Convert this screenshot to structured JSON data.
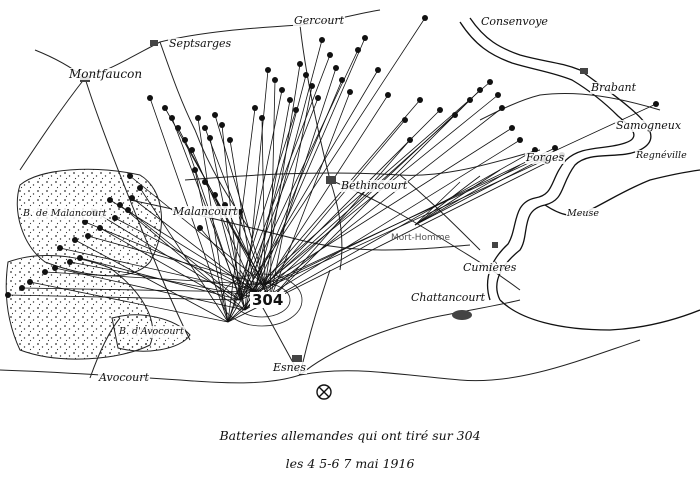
{
  "caption": {
    "line1": "Batteries allemandes qui ont tiré sur 304",
    "line2": "les 4 5-6 7 mai 1916"
  },
  "hill": {
    "label": "304"
  },
  "places": [
    {
      "id": "gercourt",
      "name": "Gercourt"
    },
    {
      "id": "consenvoye",
      "name": "Consenvoye"
    },
    {
      "id": "septsarges",
      "name": "Septsarges"
    },
    {
      "id": "montfaucon",
      "name": "Montfaucon"
    },
    {
      "id": "brabant",
      "name": "Brabant"
    },
    {
      "id": "samogneux",
      "name": "Samogneux"
    },
    {
      "id": "regneville",
      "name": "Regnéville"
    },
    {
      "id": "forges",
      "name": "Forges"
    },
    {
      "id": "bethincourt",
      "name": "Béthincourt"
    },
    {
      "id": "bois-malancourt",
      "name": "B. de Malancourt"
    },
    {
      "id": "malancourt",
      "name": "Malancourt"
    },
    {
      "id": "mort-homme",
      "name": "Mort-Homme"
    },
    {
      "id": "meuse",
      "name": "Meuse"
    },
    {
      "id": "cumieres",
      "name": "Cumières"
    },
    {
      "id": "chattancourt",
      "name": "Chattancourt"
    },
    {
      "id": "bois-avocourt",
      "name": "B. d'Avocourt"
    },
    {
      "id": "avocourt",
      "name": "Avocourt"
    },
    {
      "id": "esnes",
      "name": "Esnes"
    }
  ],
  "icons": [
    "observation-post-icon",
    "battery-icon",
    "village-icon"
  ],
  "colors": {
    "ink": "#111111",
    "paper": "#ffffff",
    "stipple": "#333333"
  }
}
